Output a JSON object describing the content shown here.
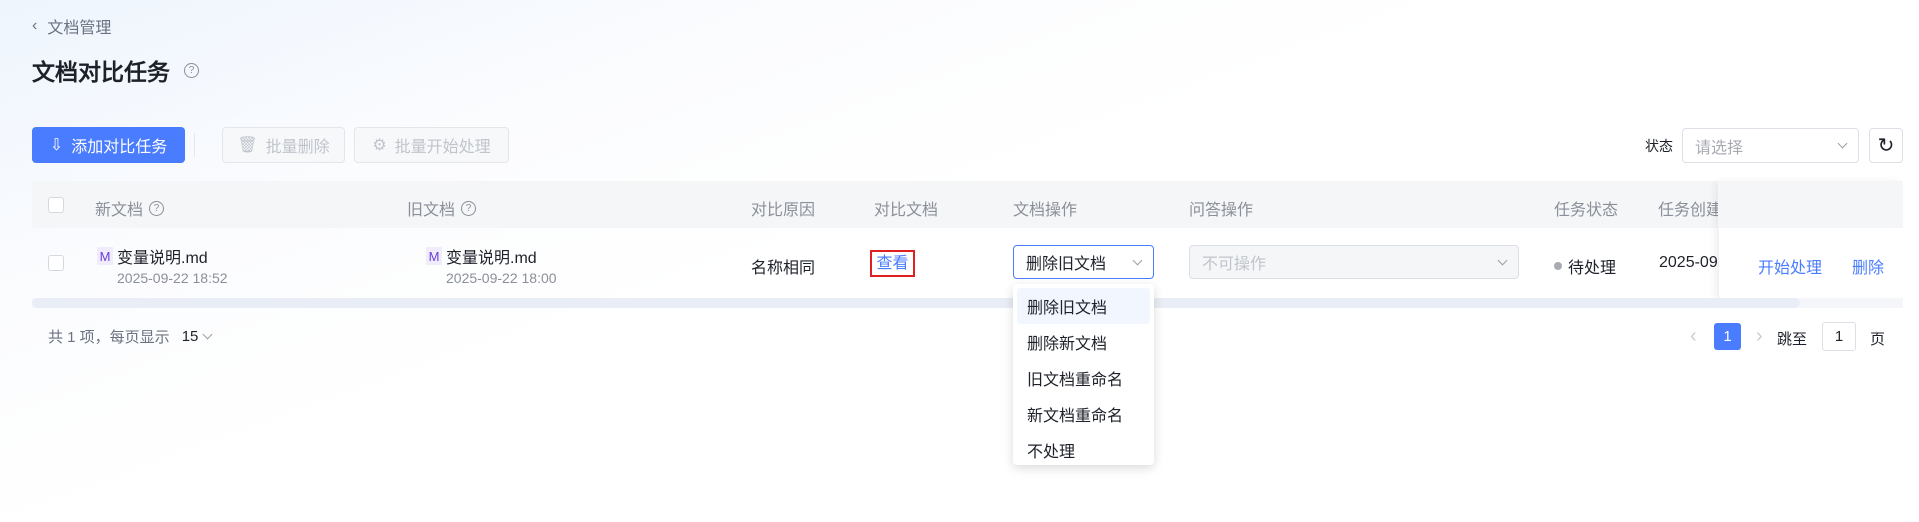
{
  "breadcrumb": {
    "back_label": "文档管理"
  },
  "page_title": "文档对比任务",
  "toolbar": {
    "add_label": "添加对比任务",
    "batch_delete_label": "批量删除",
    "batch_start_label": "批量开始处理",
    "status_filter_label": "状态",
    "status_filter_placeholder": "请选择"
  },
  "table": {
    "headers": {
      "new_doc": "新文档",
      "old_doc": "旧文档",
      "reason": "对比原因",
      "compare_doc": "对比文档",
      "doc_action": "文档操作",
      "qa_action": "问答操作",
      "task_status": "任务状态",
      "created": "任务创建"
    },
    "rows": [
      {
        "new_name": "变量说明.md",
        "new_date": "2025-09-22 18:52",
        "old_name": "变量说明.md",
        "old_date": "2025-09-22 18:00",
        "reason": "名称相同",
        "view": "查看",
        "doc_action": "删除旧文档",
        "qa_action": "不可操作",
        "status": "待处理",
        "created": "2025-09",
        "start": "开始处理",
        "delete": "删除"
      }
    ]
  },
  "doc_action_options": [
    "删除旧文档",
    "删除新文档",
    "旧文档重命名",
    "新文档重命名",
    "不处理"
  ],
  "footer": {
    "total": "共 1 项，每页显示",
    "page_size": "15",
    "current_page": "1",
    "jump_label": "跳至",
    "jump_value": "1",
    "page_suffix": "页"
  },
  "colors": {
    "primary": "#4a7cff",
    "highlight_box": "#e02020"
  }
}
